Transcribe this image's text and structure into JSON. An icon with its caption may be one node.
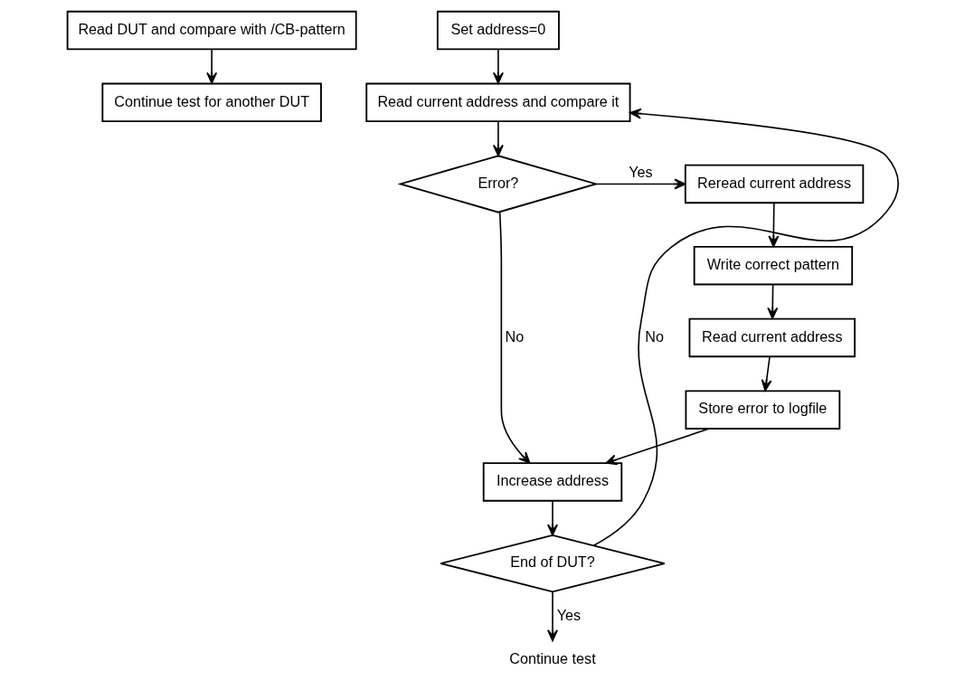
{
  "diagram": {
    "nodes": [
      {
        "text": [
          "Read DUT and compare with /CB-pattern"
        ]
      },
      {
        "text": [
          "Continue test for another DUT"
        ]
      },
      {
        "text": [
          "Set address=0"
        ]
      },
      {
        "text": [
          "Read current address and compare it"
        ]
      },
      {
        "text": [
          "Error?"
        ]
      },
      {
        "text": [
          "Reread current address"
        ]
      },
      {
        "text": [
          "Write correct pattern"
        ]
      },
      {
        "text": [
          "Read current address"
        ]
      },
      {
        "text": [
          "Store error to logfile"
        ]
      },
      {
        "text": [
          "Increase address"
        ]
      },
      {
        "text": [
          "End of DUT?"
        ]
      },
      {
        "text": [
          "Continue test"
        ]
      }
    ],
    "edges": [
      {
        "from": 0,
        "to": 1,
        "arrow": "to"
      },
      {
        "from": 2,
        "to": 3,
        "arrow": "to"
      },
      {
        "from": 3,
        "to": 4,
        "arrow": "to"
      },
      {
        "from": 4,
        "to": 5,
        "arrow": "to",
        "label": "Yes"
      },
      {
        "from": 4,
        "to": 9,
        "arrow": "to",
        "label": "No"
      },
      {
        "from": 5,
        "to": 6,
        "arrow": "to"
      },
      {
        "from": 6,
        "to": 7,
        "arrow": "to"
      },
      {
        "from": 7,
        "to": 8,
        "arrow": "to"
      },
      {
        "from": 8,
        "to": 9,
        "arrow": "to"
      },
      {
        "from": 9,
        "to": 10,
        "arrow": "to"
      },
      {
        "from": 10,
        "to": 3,
        "arrow": "to",
        "label": "No"
      },
      {
        "from": 10,
        "to": 11,
        "arrow": "to",
        "label": "Yes"
      }
    ]
  }
}
